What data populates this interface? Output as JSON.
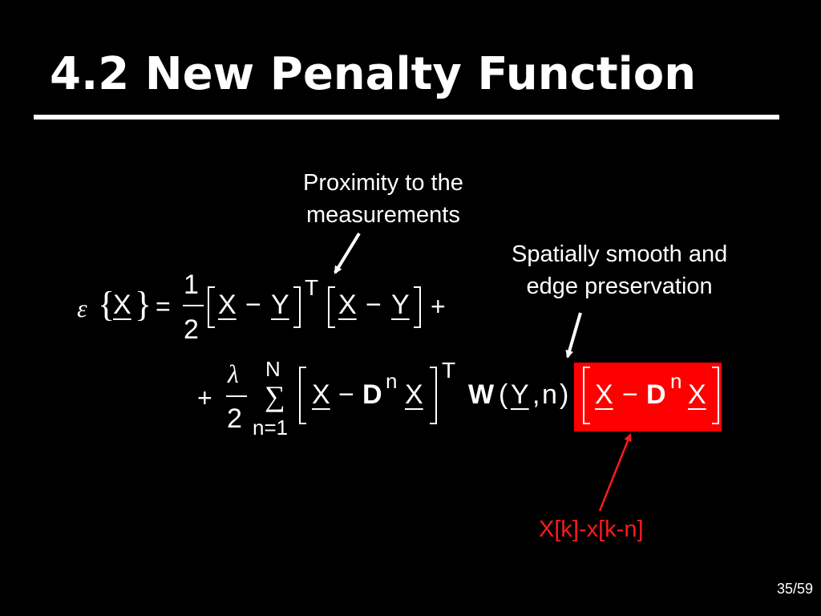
{
  "slide": {
    "title": "4.2 New Penalty Function",
    "page_number": "35/59",
    "annotations": {
      "proximity_line1": "Proximity to the",
      "proximity_line2": "measurements",
      "smooth_line1": "Spatially smooth and",
      "smooth_line2": "edge preservation",
      "residual": "X[k]-x[k-n]"
    },
    "colors": {
      "background": "#000000",
      "text": "#ffffff",
      "highlight": "#ff0000",
      "accent_text": "#ff1a1a"
    },
    "equation": {
      "epsilon": "ε",
      "X": "X",
      "Y": "Y",
      "equals": "=",
      "one": "1",
      "two": "2",
      "minus": "−",
      "plus": "+",
      "T": "T",
      "lambda": "λ",
      "N": "N",
      "sigma": "∑",
      "n_eq_1": "n=1",
      "D": "D",
      "n": "n",
      "W": "W",
      "open_paren": "(",
      "comma": ",",
      "close_paren": ")"
    }
  }
}
